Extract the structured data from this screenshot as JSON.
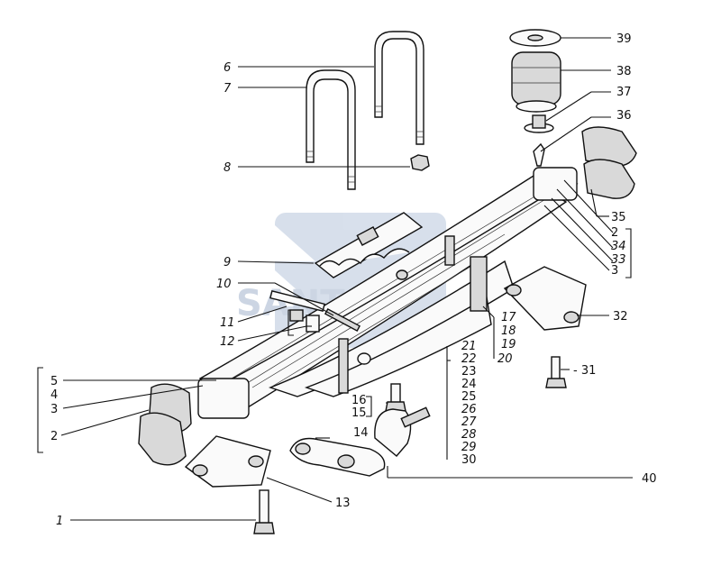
{
  "labels": {
    "l1": "1",
    "l2": "2",
    "l3": "3",
    "l4": "4",
    "l5": "5",
    "l6": "6",
    "l7": "7",
    "l8": "8",
    "l9": "9",
    "l10": "10",
    "l11": "11",
    "l12": "12",
    "l13": "13",
    "l14": "14",
    "l15": "15",
    "l16": "16",
    "l17": "17",
    "l18": "18",
    "l19": "19",
    "l20": "20",
    "l21": "21",
    "l22": "22",
    "l23": "23",
    "l24": "24",
    "l25": "25",
    "l26": "26",
    "l27": "27",
    "l28": "28",
    "l29": "29",
    "l30": "30",
    "l31": "- 31",
    "l32": "32",
    "l33": "33",
    "l34": "34",
    "l35": "35",
    "l36": "36",
    "l37": "37",
    "l38": "38",
    "l39": "39",
    "l40": "40",
    "r2": "2",
    "r3": "3"
  },
  "watermark": {
    "text": "SANTA"
  }
}
